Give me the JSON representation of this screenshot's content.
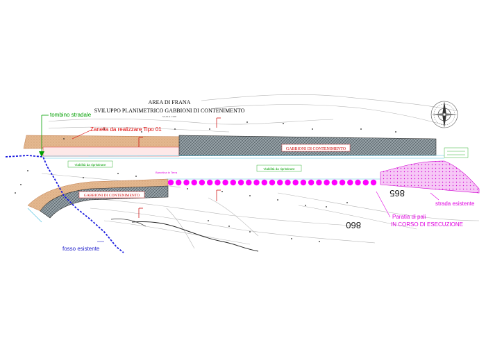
{
  "title": {
    "line1": "AREA DI FRANA",
    "line2": "SVILUPPO PLANIMETRICO GABBIONI DI CONTENIMENTO",
    "scale": "SCALA 1:100"
  },
  "labels": {
    "tombino": "tombino stradale",
    "zanella": "Zanella da realizzare Tipo 01",
    "fosso": "fosso esistente",
    "strada": "strada esistente",
    "paratia_line1": "Paratia di pali",
    "paratia_line2": "IN CORSO DI ESECUZIONE",
    "gabbioni_upper": "GABBIONI DI CONTENIMENTO",
    "gabbioni_lower": "GABBIONI DI CONTENIMENTO",
    "viabilita_left": "Viabilità da ripristinare",
    "viabilita_right": "Viabilità da ripristinare",
    "banchina": "Banchina in Terra",
    "contour_865": "865",
    "contour_860": "860"
  },
  "colors": {
    "gabbioni_hatch": "#6f7f86",
    "fill_sand": "#e4b88f",
    "paratia": "#ff00ff",
    "fosso": "#1a1adf",
    "label_green": "#00a000",
    "label_red": "#dd0000",
    "label_blue": "#2020cc",
    "label_magenta": "#e000e0"
  }
}
